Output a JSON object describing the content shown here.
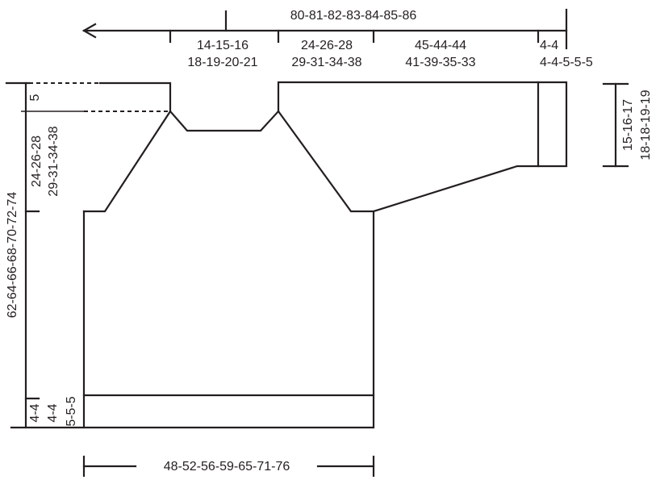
{
  "labels": {
    "total_width": "80-81-82-83-84-85-86",
    "neck_half_1": "14-15-16",
    "neck_half_2": "18-19-20-21",
    "shoulder_1": "24-26-28",
    "shoulder_2": "29-31-34-38",
    "sleeve_1": "45-44-44",
    "sleeve_2": "41-39-35-33",
    "cuff_1": "4-4",
    "cuff_2": "4-4-5-5-5",
    "total_length": "62-64-66-68-70-72-74",
    "neck_depth": "5",
    "yoke_1": "24-26-28",
    "yoke_2": "29-31-34-38",
    "rib_1": "4-4",
    "rib_2": "4-4",
    "rib_3": "5-5-5",
    "sleeve_width_1": "15-16-17",
    "sleeve_width_2": "18-18-19-19",
    "chest_width": "48-52-56-59-65-71-76"
  }
}
